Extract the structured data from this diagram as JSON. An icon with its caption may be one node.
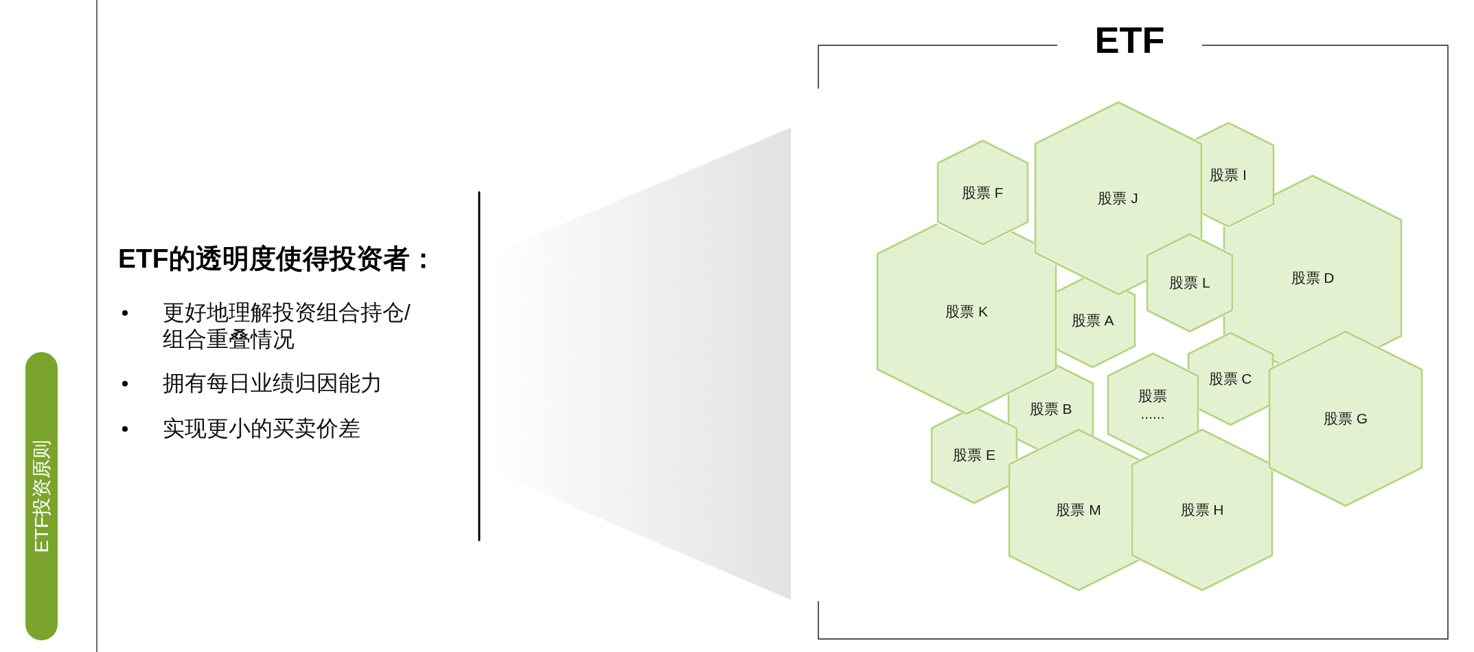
{
  "diagram": {
    "nodes": [
      {
        "text": [
          "ETF投资原则"
        ]
      },
      {
        "text": [
          "ETF"
        ]
      },
      {
        "text": [
          "股票 F"
        ],
        "in": 1
      },
      {
        "text": [
          "股票 J"
        ],
        "in": 1
      },
      {
        "text": [
          "股票 I"
        ],
        "in": 1
      },
      {
        "text": [
          "股票 K"
        ],
        "in": 1
      },
      {
        "text": [
          "股票 A"
        ],
        "in": 1
      },
      {
        "text": [
          "股票 L"
        ],
        "in": 1
      },
      {
        "text": [
          "股票 D"
        ],
        "in": 1
      },
      {
        "text": [
          "股票 B"
        ],
        "in": 1
      },
      {
        "text": [
          "股票 ......"
        ],
        "in": 1
      },
      {
        "text": [
          "股票 C"
        ],
        "in": 1
      },
      {
        "text": [
          "股票 G"
        ],
        "in": 1
      },
      {
        "text": [
          "股票 E"
        ],
        "in": 1
      },
      {
        "text": [
          "股票 M"
        ],
        "in": 1
      },
      {
        "text": [
          "股票 H"
        ],
        "in": 1
      }
    ],
    "labels": [
      "ETF的透明度使得投资者：",
      "更好地理解投资组合持仓/组合重叠情况",
      "拥有每日业绩归因能力",
      "实现更小的买卖价差"
    ]
  }
}
